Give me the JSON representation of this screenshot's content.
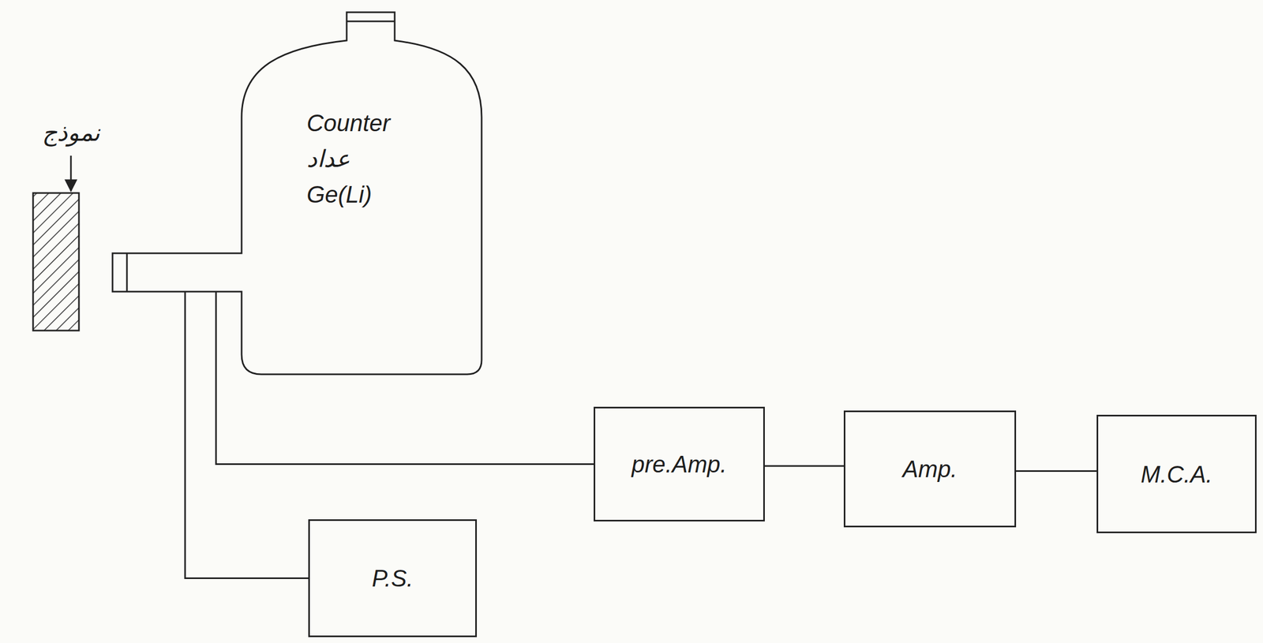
{
  "diagram": {
    "nodes": [
      {
        "text": [
          "نموذج"
        ]
      },
      {
        "text": [
          "Counter",
          "عداد",
          "Ge(Li)"
        ]
      },
      {
        "text": [
          "pre.Amp."
        ]
      },
      {
        "text": [
          "Amp."
        ]
      },
      {
        "text": [
          "M.C.A."
        ]
      },
      {
        "text": [
          "P.S."
        ]
      }
    ],
    "edges": [
      {
        "from": 1,
        "to": 2,
        "arrow": "none"
      },
      {
        "from": 2,
        "to": 3,
        "arrow": "none"
      },
      {
        "from": 3,
        "to": 4,
        "arrow": "none"
      },
      {
        "from": 1,
        "to": 5,
        "arrow": "none"
      }
    ]
  }
}
